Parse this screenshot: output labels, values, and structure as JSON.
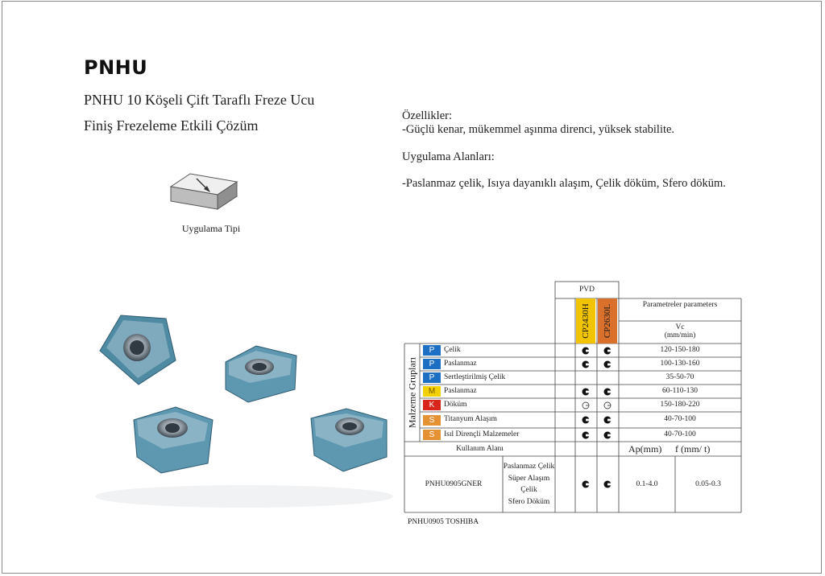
{
  "header": {
    "brand": "PNHU",
    "subtitle1": "PNHU 10 Köşeli Çift Taraflı Freze Ucu",
    "subtitle2": "Finiş Frezeleme Etkili Çözüm",
    "application_label": "Uygulama Tipi"
  },
  "features": {
    "title": "Özellikler:",
    "text": "-Güçlü kenar, mükemmel aşınma direnci, yüksek stabilite.",
    "app_title": "Uygulama Alanları:",
    "app_text": "-Paslanmaz çelik, Isıya dayanıklı alaşım, Çelik döküm, Sfero döküm."
  },
  "table": {
    "coating": "PVD",
    "grades": [
      {
        "name": "CP2430H",
        "color": "#f2c400"
      },
      {
        "name": "CP2630L",
        "color": "#d9712c"
      }
    ],
    "params_title": "Parametreler parameters",
    "vc_label": "Vc",
    "vc_unit": "(mm/min)",
    "group_label": "Malzeme Grupları",
    "rows": [
      {
        "code": "P",
        "color": "#1d6fc4",
        "material": "Çelik",
        "m1": "full",
        "m2": "full",
        "vc": "120-150-180"
      },
      {
        "code": "P",
        "color": "#1d6fc4",
        "material": "Paslanmaz",
        "m1": "full",
        "m2": "full",
        "vc": "100-130-160"
      },
      {
        "code": "P",
        "color": "#1d6fc4",
        "material": "Sertleştirilmiş Çelik",
        "m1": "",
        "m2": "",
        "vc": "35-50-70"
      },
      {
        "code": "M",
        "color": "#f2d100",
        "material": "Paslanmaz",
        "m1": "full",
        "m2": "full",
        "vc": "60-110-130"
      },
      {
        "code": "K",
        "color": "#d9261c",
        "material": "Döküm",
        "m1": "half",
        "m2": "half",
        "vc": "150-180-220"
      },
      {
        "code": "S",
        "color": "#e59235",
        "material": "Titanyum Alaşım",
        "m1": "full",
        "m2": "full",
        "vc": "40-70-100"
      },
      {
        "code": "S",
        "color": "#e59235",
        "material": "Isıl Dirençli Malzemeler",
        "m1": "full",
        "m2": "full",
        "vc": "40-70-100"
      }
    ],
    "usage_label": "Kullanım Alanı",
    "ap_label": "Ap(mm)",
    "f_label": "f (mm/ t)",
    "product": {
      "code": "PNHU0905GNER",
      "materials": [
        "Paslanmaz Çelik",
        "Süper Alaşım",
        "Çelik",
        "Sfero Döküm"
      ],
      "m1": "full",
      "m2": "full",
      "ap": "0.1-4.0",
      "f": "0.05-0.3"
    }
  },
  "footer": "PNHU0905 TOSHIBA"
}
